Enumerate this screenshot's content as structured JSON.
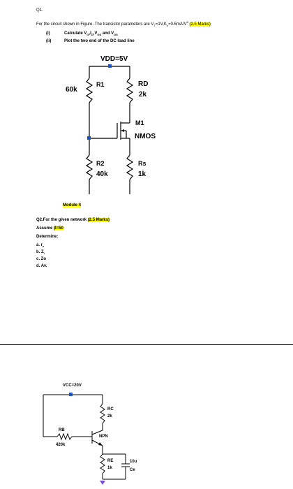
{
  "q1": {
    "number": "Q1.",
    "intro": "For the circuit shown in Figure .The transistor parameters are V",
    "intro_sub_t": "T",
    "intro_mid": "=1V,K",
    "intro_sub_n": "n",
    "intro_end": "=0.5mA/V",
    "intro_sup": "2",
    "marks": "(2.5 Marks)",
    "items": [
      {
        "num": "(i)",
        "text": "Calculate V",
        "sub1": "G",
        "t2": ",I",
        "sub2": "D",
        "t3": ",V",
        "sub3": "GS",
        "t4": " and  V",
        "sub4": "DS"
      },
      {
        "num": "(ii)",
        "text": "Plot the two end of the DC load line"
      }
    ]
  },
  "circuit1": {
    "vdd": "VDD=5V",
    "r1_name": "R1",
    "r1_value": "60k",
    "rd_name": "RD",
    "rd_value": "2k",
    "m1_name": "M1",
    "m1_type": "NMOS",
    "r2_name": "R2",
    "r2_value": "40k",
    "rs_name": "Rs",
    "rs_value": "1k"
  },
  "module": "Module 4",
  "q2": {
    "title": "Q2.For the given network ",
    "marks": "(2.5 Marks)",
    "assume": "Assume ",
    "beta": "β=50",
    "determine": "Determine:",
    "items": [
      {
        "label": "a. r",
        "sub": "e"
      },
      {
        "label": "b. Z",
        "sub": "i"
      },
      {
        "label": "c. Zo",
        "sub": ""
      },
      {
        "label": "d. Av",
        "sub": "."
      }
    ]
  },
  "circuit2": {
    "vcc": "VCC=20V",
    "rc_name": "RC",
    "rc_value": "2k",
    "rb_name": "RB",
    "rb_value": "420k",
    "npn": "NPN",
    "re_name": "RE",
    "re_value": "1k",
    "ce_value": "10u",
    "ce_name": "Ce"
  }
}
